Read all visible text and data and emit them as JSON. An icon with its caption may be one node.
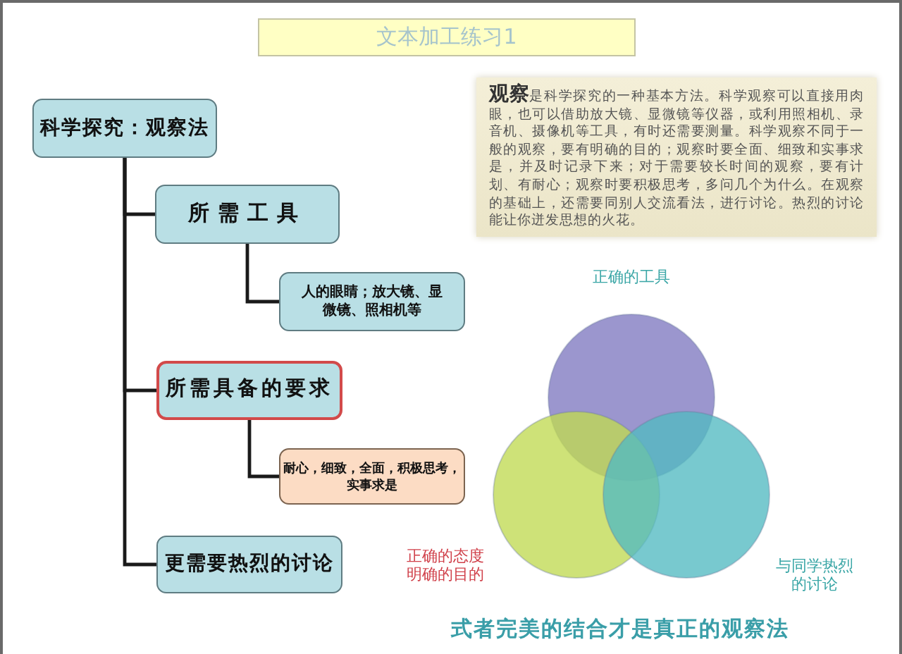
{
  "diagram": {
    "title": "文本加工练习1",
    "caption": "式者完美的结合才是真正的观察法",
    "nodes": [
      {
        "text": [
          "科学探究：观察法"
        ]
      },
      {
        "text": [
          "所需工具"
        ]
      },
      {
        "text": [
          "人的眼睛；放大镜、显微镜、照相机等"
        ]
      },
      {
        "text": [
          "所需具备的要求"
        ]
      },
      {
        "text": [
          "耐心，细致，全面，积极思考，实事求是"
        ]
      },
      {
        "text": [
          "更需要热烈的讨论"
        ]
      },
      {
        "text": [
          "**观察**是科学探究的一种基本方法。科学观察可以直接用肉眼，也可以借助放大镜、显微镜等仪器，或利用照相机、录音机、摄像机等工具，有时还需要测量。科学观察不同于一般的观察，要有明确的目的；观察时要全面、细致和实事求是，并及时记录下来；对于需要较长时间的观察，要有计划、有耐心；观察时要积极思考，多问几个为什么。在观察的基础上，还需要同别人交流看法，进行讨论。热烈的讨论能让你迸发思想的火花。"
        ]
      },
      {
        "text": [],
        "shape": "circle",
        "beside": [
          "正确的工具"
        ]
      },
      {
        "text": [],
        "shape": "circle",
        "beside": [
          "正确的态度明确的目的"
        ]
      },
      {
        "text": [],
        "shape": "circle",
        "beside": [
          "与同学热烈的讨论"
        ]
      }
    ],
    "edges": [
      {
        "from": 0,
        "to": 1,
        "arrow": "none"
      },
      {
        "from": 1,
        "to": 2,
        "arrow": "none"
      },
      {
        "from": 0,
        "to": 3,
        "arrow": "none"
      },
      {
        "from": 3,
        "to": 4,
        "arrow": "none"
      },
      {
        "from": 0,
        "to": 5,
        "arrow": "none"
      }
    ]
  }
}
